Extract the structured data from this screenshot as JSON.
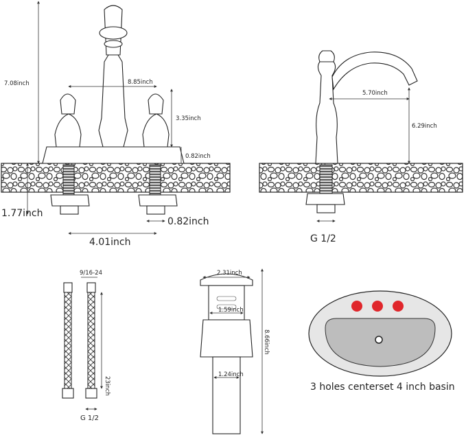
{
  "dimensions": {
    "height_total": "7.08inch",
    "spread": "8.85inch",
    "handle_height": "3.35inch",
    "base_height": "0.82inch",
    "shank_length": "1.77inch",
    "shank_diameter": "0.82inch",
    "center_distance": "4.01inch",
    "spout_reach": "5.70inch",
    "spout_height": "6.29inch",
    "thread_size": "G 1/2",
    "hose_nut": "9/16-24",
    "hose_length": "23inch",
    "hose_thread": "G 1/2",
    "drain_cap": "2.31inch",
    "drain_body": "1.59inch",
    "drain_tail": "1.24inch",
    "drain_height": "8.66inch"
  },
  "caption": "3 holes centerset 4 inch basin",
  "colors": {
    "line": "#222222",
    "basin_fill": "#e6e6e6",
    "sink_inner": "#bdbdbd",
    "hole_red": "#e0262b"
  }
}
